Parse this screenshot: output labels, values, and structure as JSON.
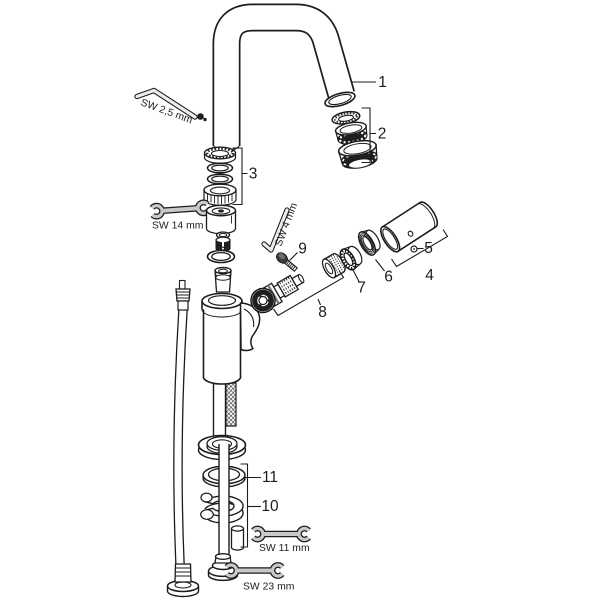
{
  "diagram_kind": "faucet-exploded-parts-diagram",
  "colors": {
    "background": "#ffffff",
    "line": "#1c1c1c",
    "dark_fill": "#1f1f1f",
    "tool_gray": "#c9c9c9"
  },
  "part_labels": [
    "1",
    "2",
    "3",
    "4",
    "5",
    "6",
    "7",
    "8",
    "9",
    "10",
    "11"
  ],
  "tool_labels": {
    "allen_2_5": "SW 2,5 mm",
    "wrench_14": "SW 14 mm",
    "allen_4": "SW 4 mm",
    "wrench_11": "SW 11 mm",
    "wrench_23": "SW 23 mm"
  }
}
